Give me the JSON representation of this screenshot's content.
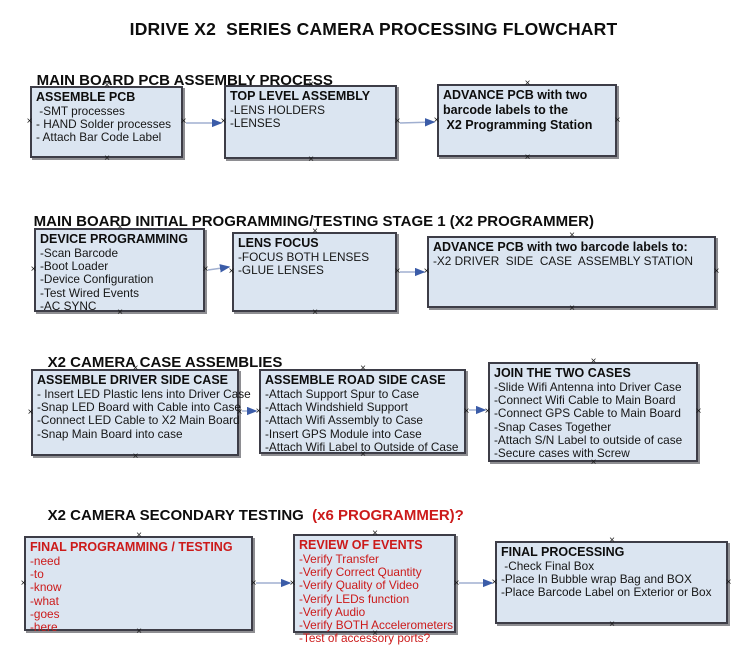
{
  "page": {
    "title": "IDRIVE X2  SERIES CAMERA PROCESSING FLOWCHART"
  },
  "colors": {
    "box_fill": "#dbe5f1",
    "box_border": "#3d3d47",
    "red_text": "#cc1a1a",
    "arrow_line": "#a0afd0",
    "arrow_head": "#3b5ca8"
  },
  "sections": [
    {
      "heading": "MAIN BOARD PCB ASSEMBLY PROCESS",
      "boxes": [
        {
          "title": "ASSEMBLE PCB",
          "items": [
            " -SMT processes",
            "- HAND Solder processes",
            "- Attach Bar Code Label"
          ]
        },
        {
          "title": "TOP LEVEL ASSEMBLY",
          "items": [
            "-LENS HOLDERS",
            "-LENSES"
          ]
        },
        {
          "title": "ADVANCE PCB with two\nbarcode labels to the\n X2 Programming Station",
          "items": []
        }
      ]
    },
    {
      "heading": "MAIN BOARD INITIAL PROGRAMMING/TESTING STAGE 1 (X2 PROGRAMMER)",
      "boxes": [
        {
          "title": "DEVICE PROGRAMMING",
          "items": [
            "-Scan Barcode",
            "-Boot Loader",
            "-Device Configuration",
            "-Test Wired Events",
            "-AC SYNC"
          ]
        },
        {
          "title": "LENS FOCUS",
          "items": [
            "-FOCUS BOTH LENSES",
            "-GLUE LENSES"
          ]
        },
        {
          "title": "ADVANCE PCB with two barcode labels to:",
          "items": [
            "-X2 DRIVER  SIDE  CASE  ASSEMBLY STATION"
          ]
        }
      ]
    },
    {
      "heading": "X2 CAMERA CASE ASSEMBLIES",
      "boxes": [
        {
          "title": "ASSEMBLE DRIVER SIDE CASE",
          "items": [
            "- Insert LED Plastic lens into Driver Case",
            "-Snap LED Board with Cable into Case",
            "-Connect LED Cable to X2 Main Board",
            "-Snap Main Board into case"
          ]
        },
        {
          "title": "ASSEMBLE ROAD SIDE CASE",
          "items": [
            "-Attach Support Spur to Case",
            "-Attach Windshield Support",
            "-Attach Wifi Assembly to Case",
            "-Insert GPS Module into Case",
            "-Attach Wifi Label to Outside of Case"
          ]
        },
        {
          "title": "JOIN THE TWO CASES",
          "items": [
            "-Slide Wifi Antenna into Driver Case",
            "-Connect Wifi Cable to Main Board",
            "-Connect GPS Cable to Main Board",
            "-Snap Cases Together",
            "-Attach S/N Label to outside of case",
            "-Secure cases with Screw"
          ]
        }
      ]
    },
    {
      "heading": "X2 CAMERA SECONDARY TESTING  ",
      "heading_accent": "(x6 PROGRAMMER)?",
      "boxes": [
        {
          "title": "FINAL PROGRAMMING / TESTING",
          "items": [
            "-need",
            "-to",
            "-know",
            "-what",
            "-goes",
            "-here"
          ]
        },
        {
          "title": "REVIEW OF EVENTS",
          "items": [
            "-Verify Transfer",
            "-Verify Correct Quantity",
            "-Verify Quality of Video",
            "-Verify LEDs function",
            "-Verify Audio",
            "-Verify BOTH Accelerometers",
            "-Test of accessory ports?"
          ]
        },
        {
          "title": "FINAL PROCESSING",
          "items": [
            " -Check Final Box",
            "-Place In Bubble wrap Bag and BOX",
            "-Place Barcode Label on Exterior or Box"
          ]
        }
      ]
    }
  ]
}
